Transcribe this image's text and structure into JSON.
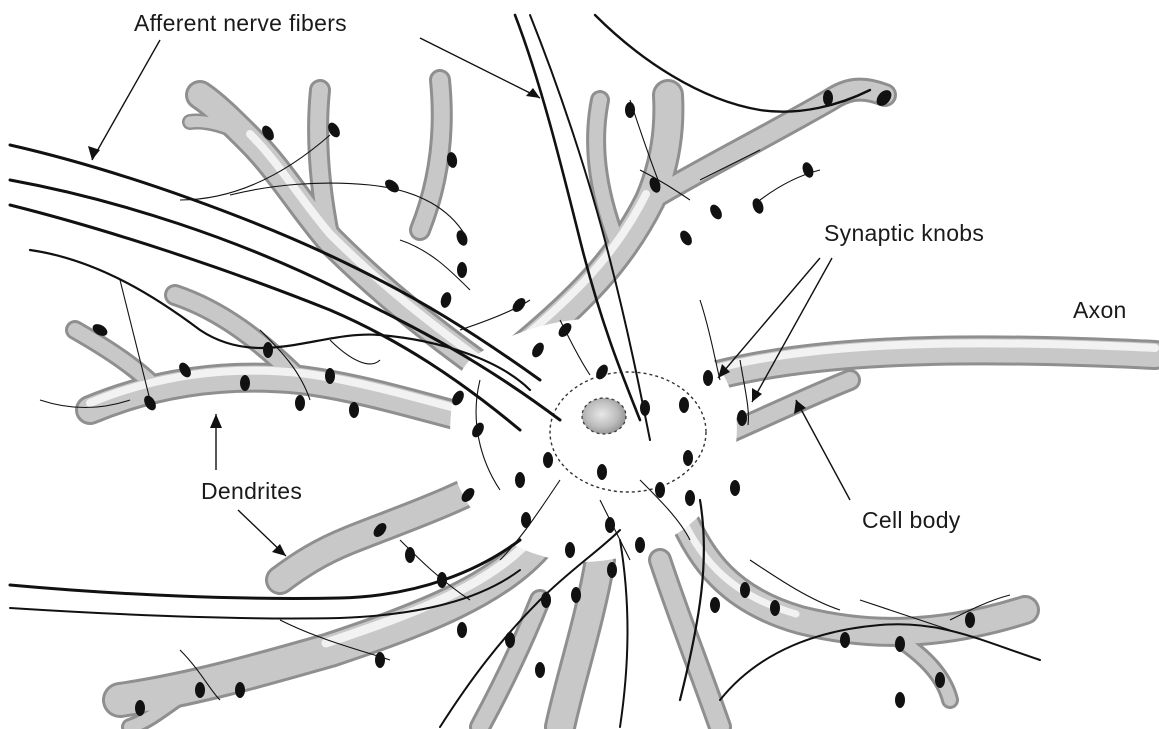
{
  "labels": {
    "afferent": "Afferent nerve fibers",
    "synaptic": "Synaptic knobs",
    "axon": "Axon",
    "dendrites": "Dendrites",
    "cell_body": "Cell body"
  },
  "colors": {
    "background": "#ffffff",
    "dendrite_fill": "#c8c8c8",
    "dendrite_edge": "#8a8a8a",
    "fiber": "#111111",
    "nucleus": "#b8b8b8"
  }
}
